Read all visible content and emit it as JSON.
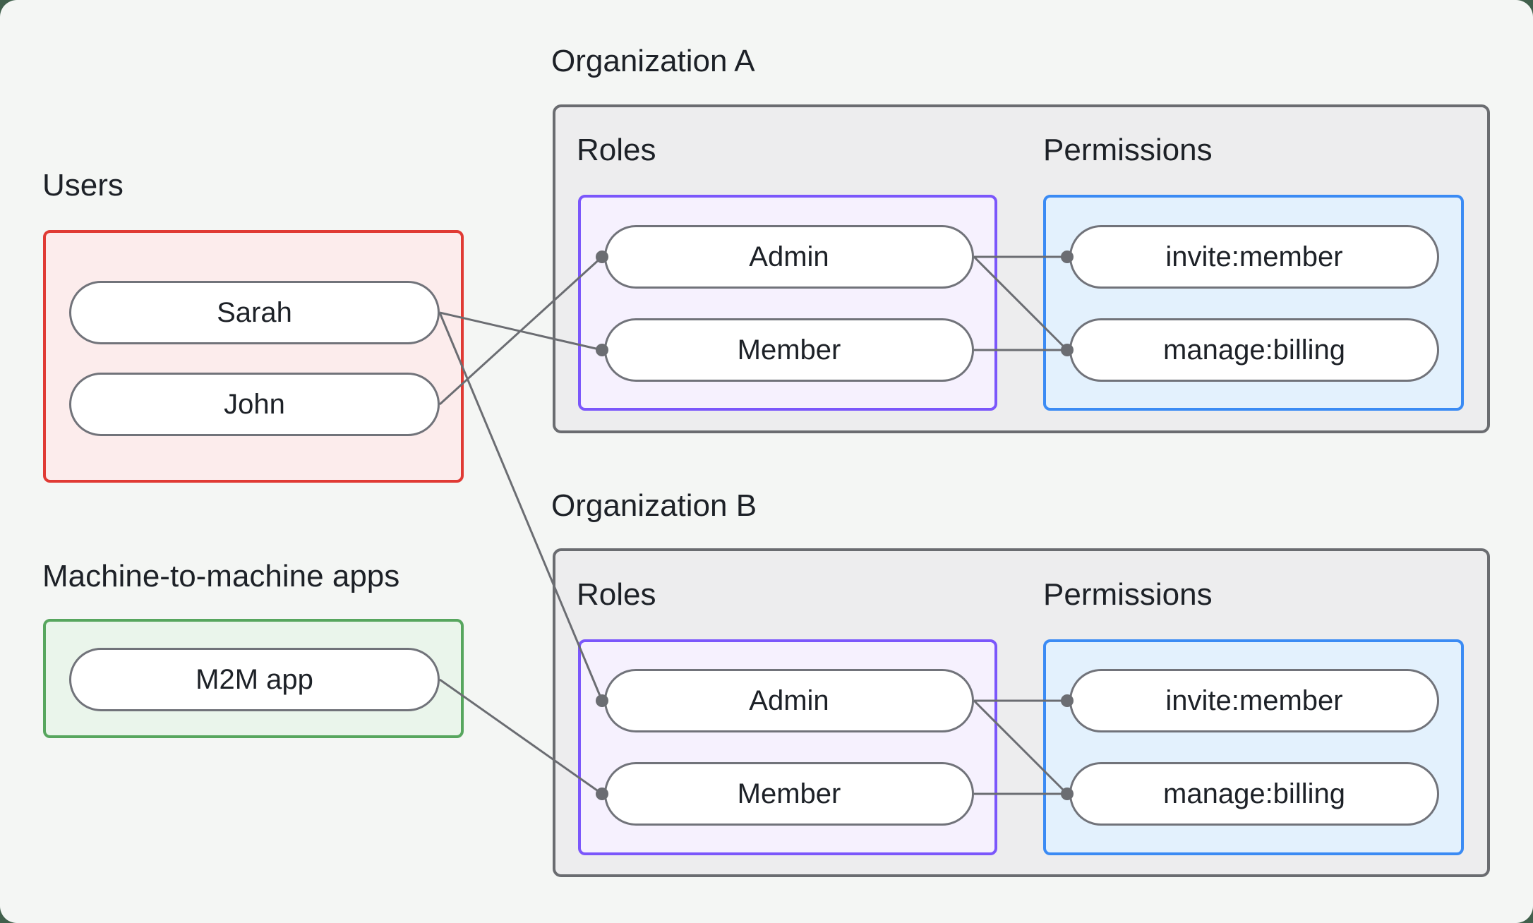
{
  "colors": {
    "frame": "#41604c",
    "surface": "#f4f6f4",
    "text": "#1d2127",
    "edge": "#6b6d72",
    "node_border": "#71737a",
    "users_border": "#e03a34",
    "users_fill": "#fcecec",
    "m2m_border": "#57a65e",
    "m2m_fill": "#eaf5eb",
    "org_border": "#6a6c70",
    "org_fill": "#ededee",
    "roles_border": "#7b57fb",
    "roles_fill": "#f6f1fe",
    "permissions_border": "#3b8bf4",
    "permissions_fill": "#e3f1fd"
  },
  "users_group": {
    "label": "Users",
    "nodes": [
      {
        "name": "Sarah"
      },
      {
        "name": "John"
      }
    ]
  },
  "m2m_group": {
    "label": "Machine-to-machine apps",
    "nodes": [
      {
        "name": "M2M app"
      }
    ]
  },
  "orgs": [
    {
      "name": "Organization A",
      "roles_label": "Roles",
      "permissions_label": "Permissions",
      "roles": [
        {
          "name": "Admin"
        },
        {
          "name": "Member"
        }
      ],
      "permissions": [
        {
          "name": "invite:member"
        },
        {
          "name": "manage:billing"
        }
      ]
    },
    {
      "name": "Organization B",
      "roles_label": "Roles",
      "permissions_label": "Permissions",
      "roles": [
        {
          "name": "Admin"
        },
        {
          "name": "Member"
        }
      ],
      "permissions": [
        {
          "name": "invite:member"
        },
        {
          "name": "manage:billing"
        }
      ]
    }
  ],
  "connections": [
    {
      "from": "Sarah",
      "to": "Organization A > Member"
    },
    {
      "from": "John",
      "to": "Organization A > Admin"
    },
    {
      "from": "Sarah",
      "to": "Organization B > Admin"
    },
    {
      "from": "M2M app",
      "to": "Organization B > Member"
    },
    {
      "from": "Organization A > Admin",
      "to": "Organization A > invite:member"
    },
    {
      "from": "Organization A > Admin",
      "to": "Organization A > manage:billing"
    },
    {
      "from": "Organization A > Member",
      "to": "Organization A > manage:billing"
    },
    {
      "from": "Organization B > Admin",
      "to": "Organization B > invite:member"
    },
    {
      "from": "Organization B > Admin",
      "to": "Organization B > manage:billing"
    },
    {
      "from": "Organization B > Member",
      "to": "Organization B > manage:billing"
    }
  ]
}
